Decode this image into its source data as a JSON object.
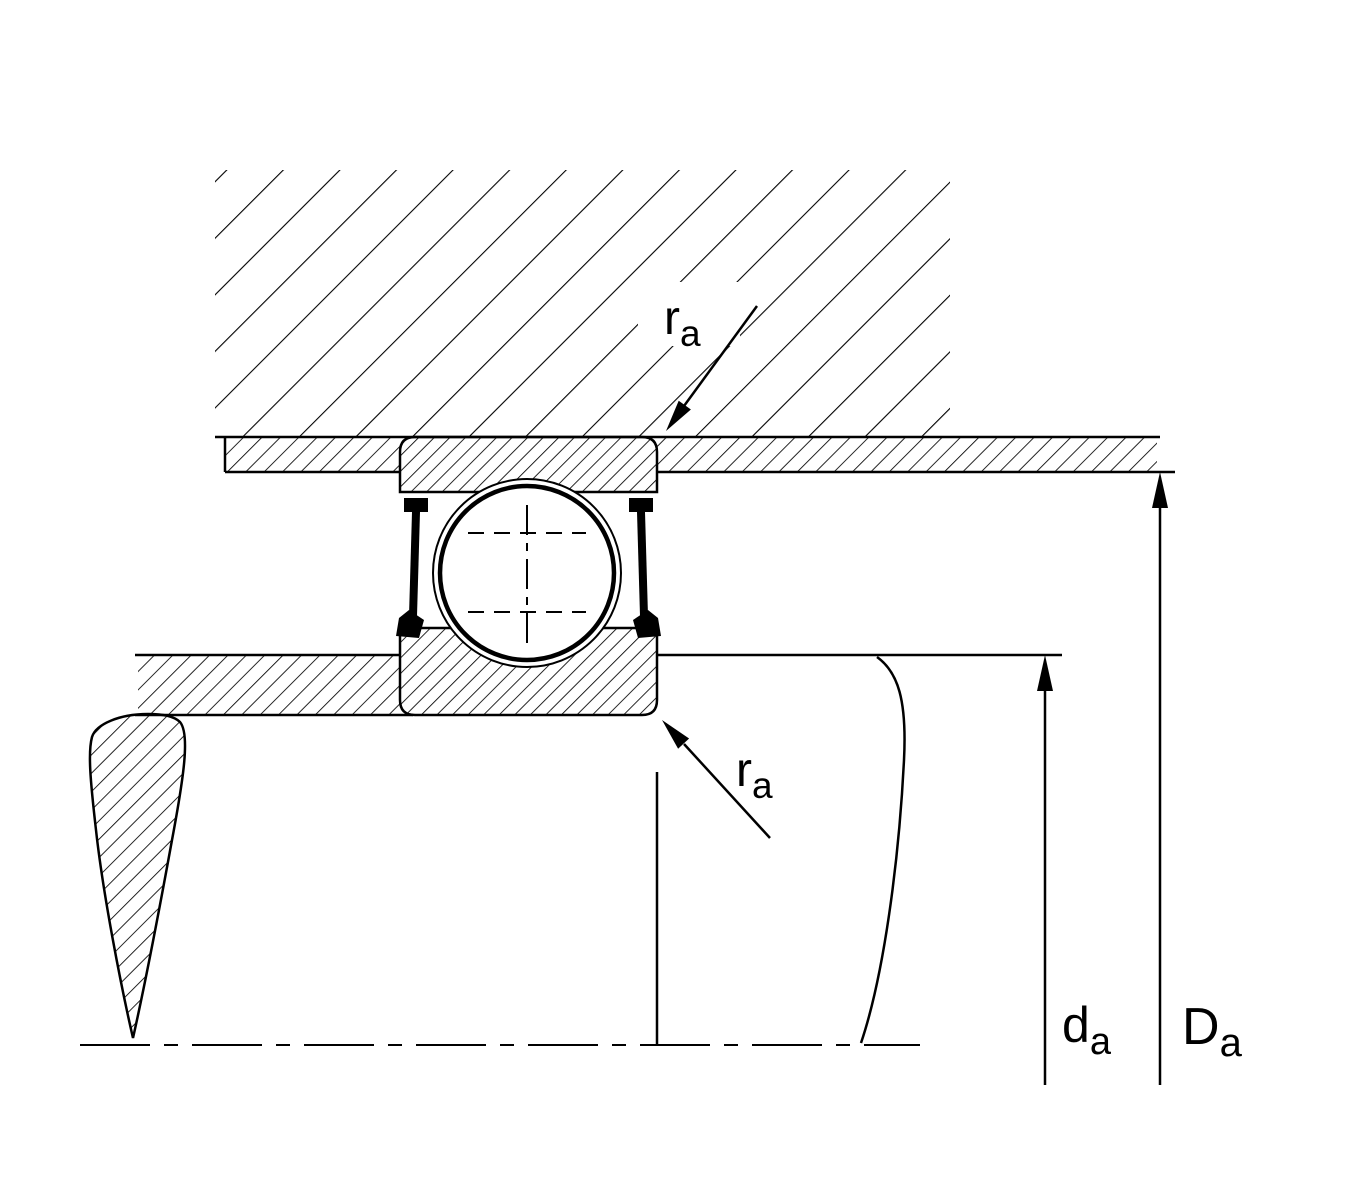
{
  "diagram": {
    "type": "technical-drawing",
    "subject": "deep-groove ball bearing mounting cross-section with abutment and fillet dimensions",
    "labels": {
      "ra_top": {
        "main": "r",
        "sub": "a"
      },
      "ra_bottom": {
        "main": "r",
        "sub": "a"
      },
      "da": {
        "main": "d",
        "sub": "a"
      },
      "Da": {
        "main": "D",
        "sub": "a"
      }
    },
    "colors": {
      "line": "#000000",
      "background": "#ffffff"
    }
  }
}
